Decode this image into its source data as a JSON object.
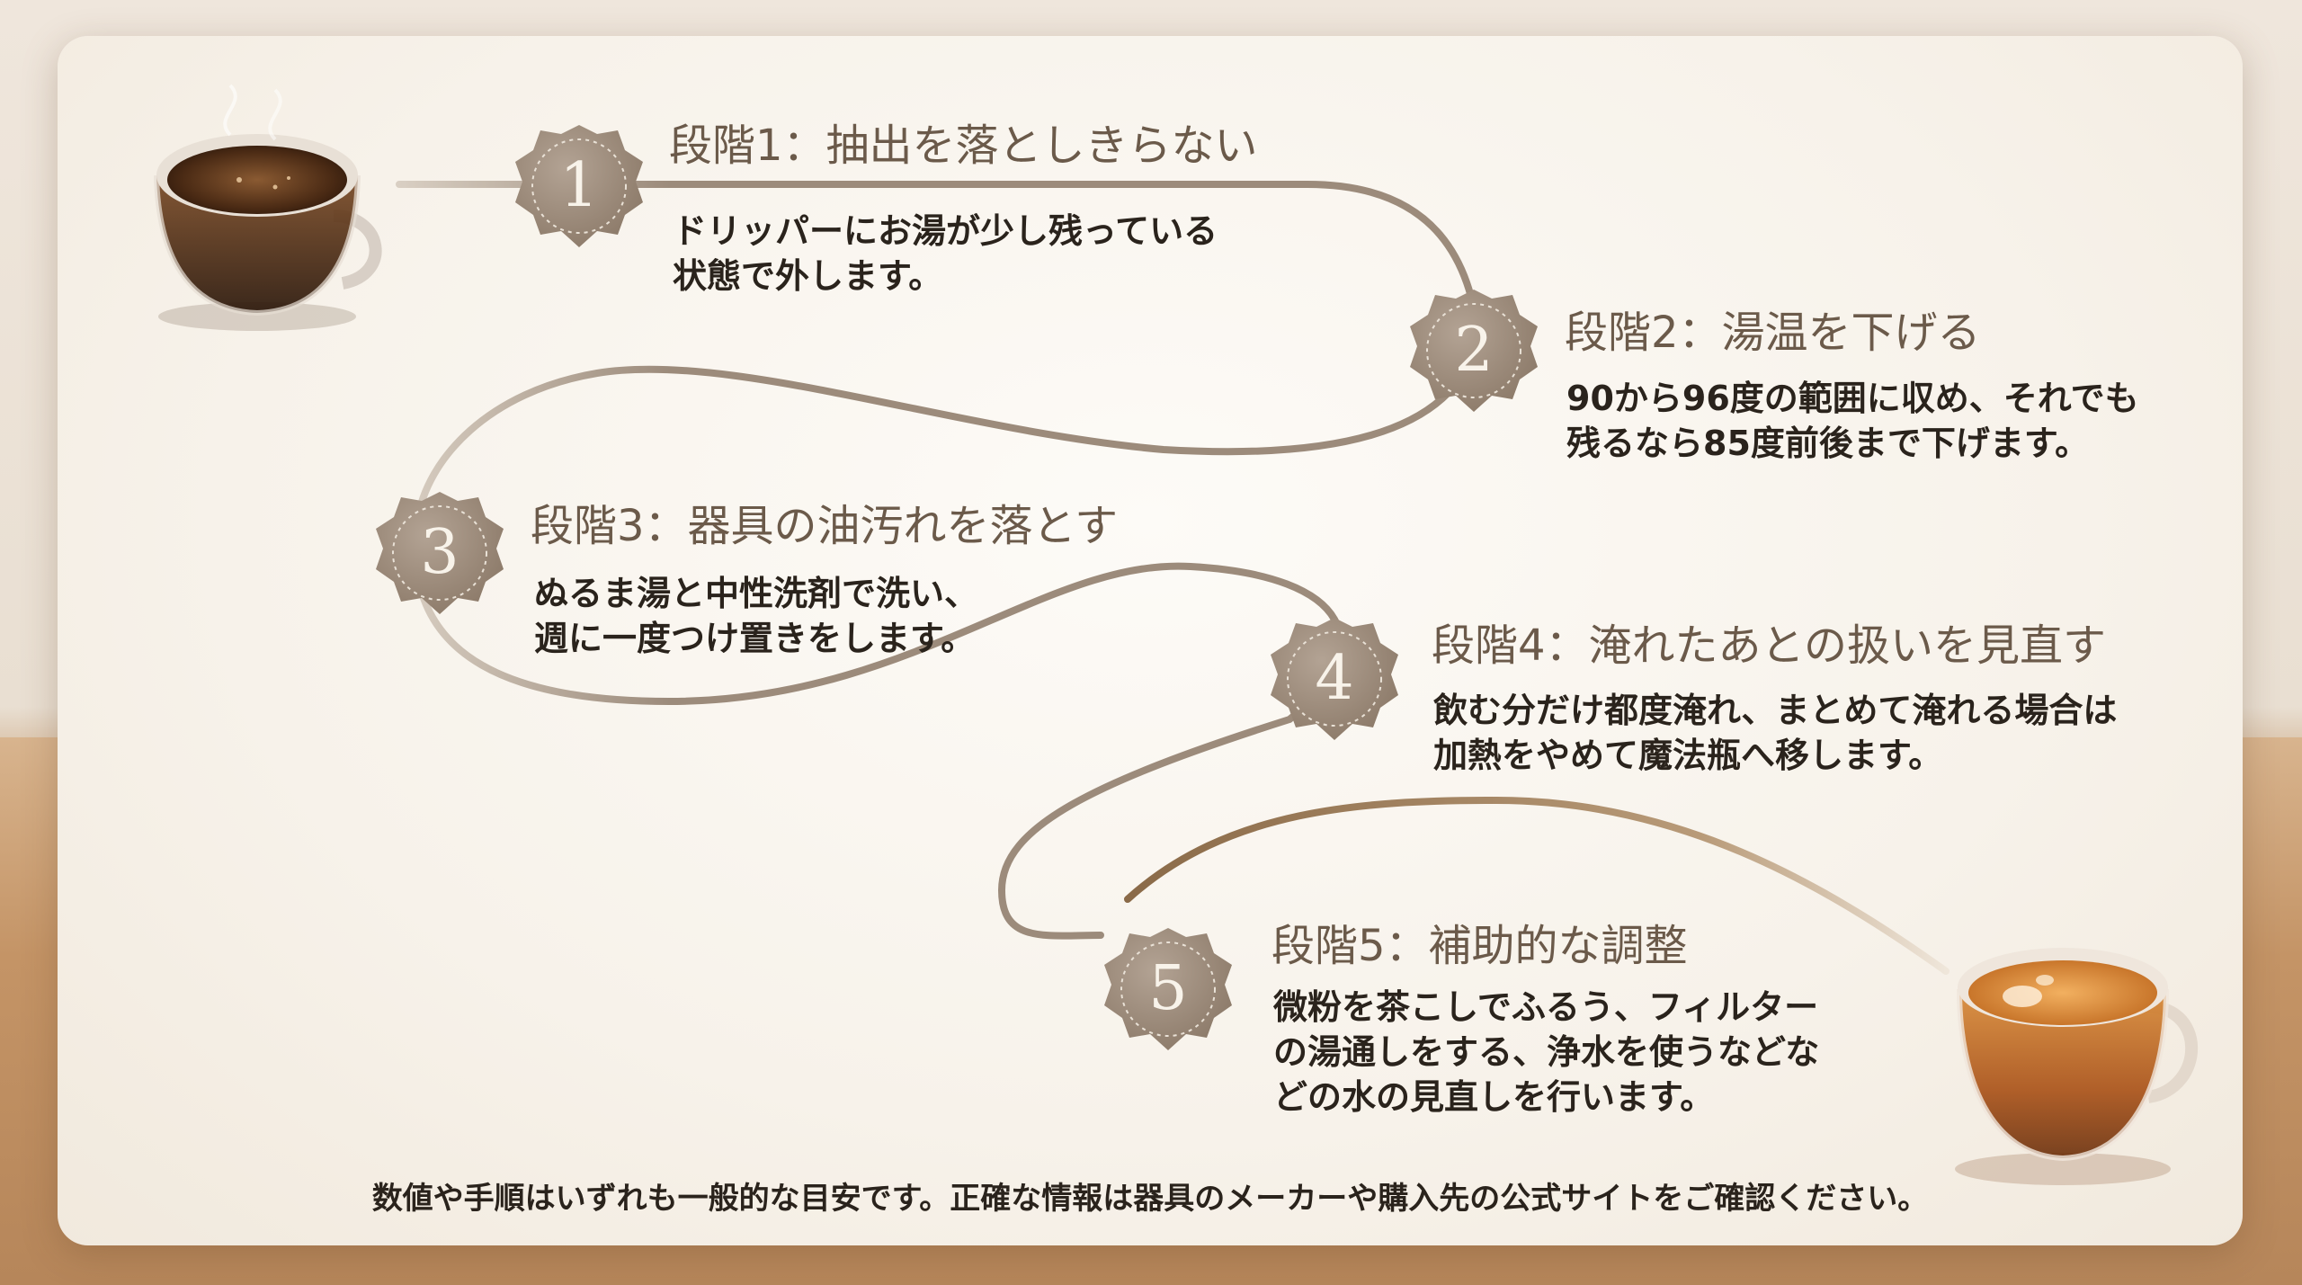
{
  "steps": [
    {
      "number": "1",
      "title": "段階1：抽出を落としきらない",
      "desc": [
        "ドリッパーにお湯が少し残っている",
        "状態で外します。"
      ]
    },
    {
      "number": "2",
      "title": "段階2：湯温を下げる",
      "desc": [
        "90から96度の範囲に収め、それでも",
        "残るなら85度前後まで下げます。"
      ]
    },
    {
      "number": "3",
      "title": "段階3：器具の油汚れを落とす",
      "desc": [
        "ぬるま湯と中性洗剤で洗い、",
        "週に一度つけ置きをします。"
      ]
    },
    {
      "number": "4",
      "title": "段階4：淹れたあとの扱いを見直す",
      "desc": [
        "飲む分だけ都度淹れ、まとめて淹れる場合は",
        "加熱をやめて魔法瓶へ移します。"
      ]
    },
    {
      "number": "5",
      "title": "段階5：補助的な調整",
      "desc": [
        "微粉を茶こしでふるう、フィルター",
        "の湯通しをする、浄水を使うなどな",
        "どの水の見直しを行います。"
      ]
    }
  ],
  "footer": "数値や手順はいずれも一般的な目安です。正確な情報は器具のメーカーや購入先の公式サイトをご確認ください。",
  "colors": {
    "badge": "#9a8878",
    "path": "#9c8b7b",
    "title": "#6b5a4a",
    "text": "#2a231c"
  },
  "icons": [
    "coffee-cup-icon",
    "tea-cup-icon"
  ]
}
